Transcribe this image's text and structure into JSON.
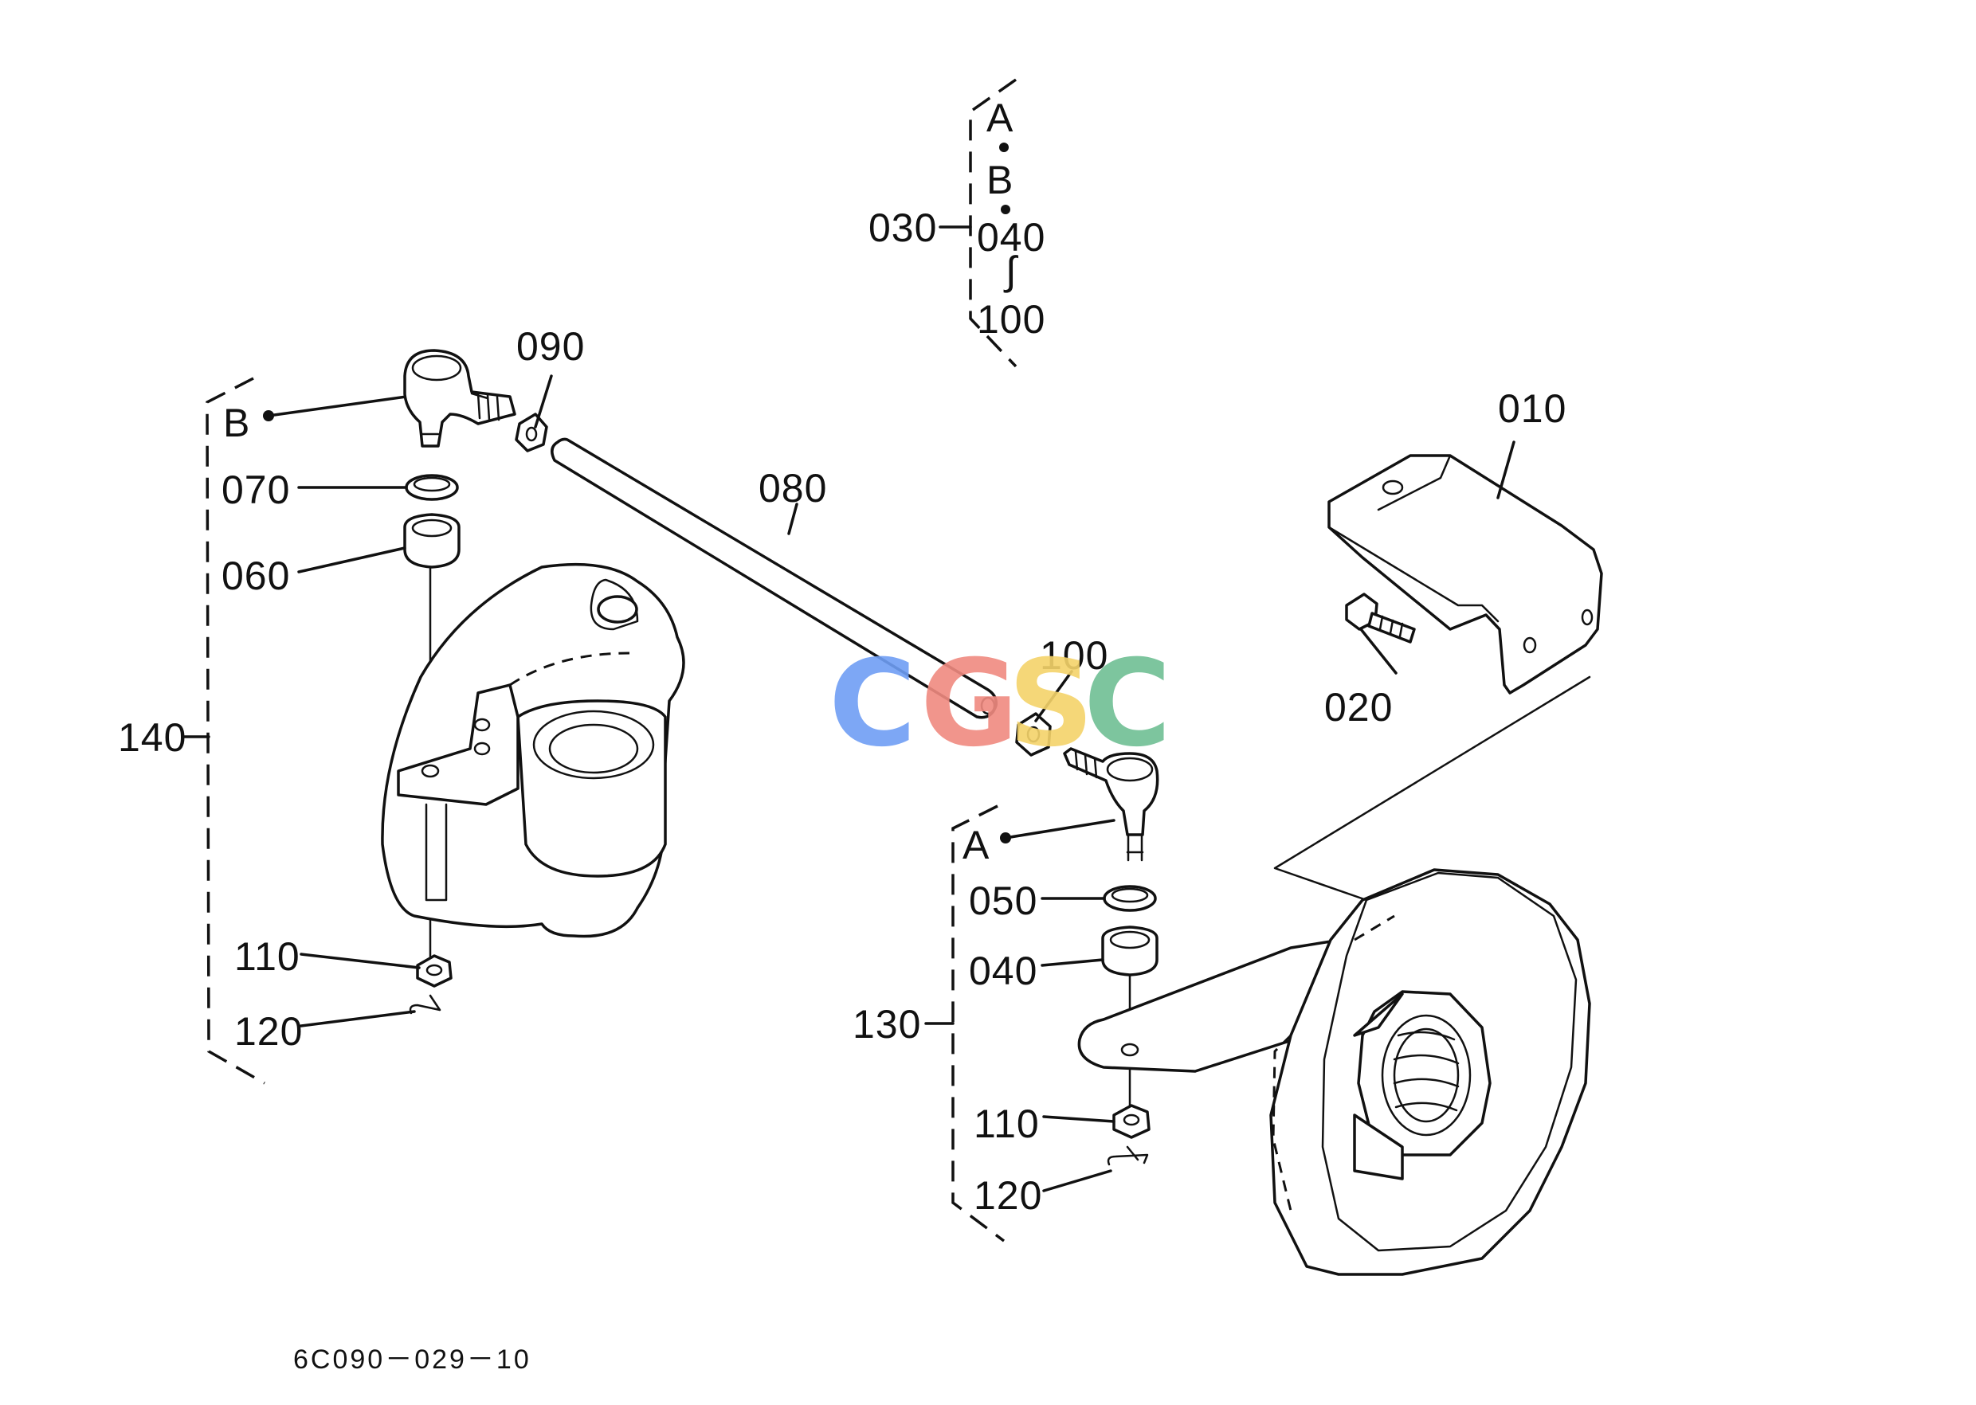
{
  "drawing_code": "6C090－029－10",
  "set_group_030": {
    "callout": "030",
    "line1": "A",
    "line2": "B",
    "line3": "040",
    "tilde": "∫",
    "line4": "100"
  },
  "group_140": {
    "callout": "140",
    "ref": "B"
  },
  "group_130": {
    "callout": "130",
    "ref": "A"
  },
  "callouts": {
    "c010": "010",
    "c020": "020",
    "c040": "040",
    "c050": "050",
    "c060": "060",
    "c070": "070",
    "c080": "080",
    "c090": "090",
    "c100": "100",
    "c110_left": "110",
    "c120_left": "120",
    "c110_right": "110",
    "c120_right": "120"
  },
  "watermark": {
    "letters": [
      "C",
      "G",
      "S",
      "C"
    ],
    "colors": [
      "#6f9ef5",
      "#f08a80",
      "#f5d36a",
      "#6fbf94"
    ]
  }
}
